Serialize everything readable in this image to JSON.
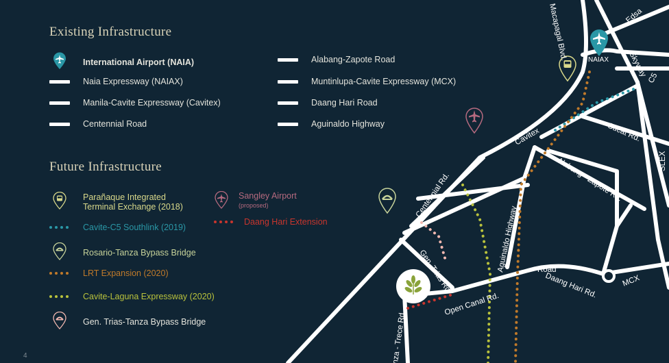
{
  "page_number": "4",
  "existing": {
    "title": "Existing Infrastructure",
    "items": [
      {
        "label": "International Airport (NAIA)",
        "icon": "airport-pin-icon",
        "color": "#2a97a6"
      },
      {
        "label": "Naia Expressway (NAIAX)",
        "icon": "road-line-icon"
      },
      {
        "label": "Manila-Cavite Expressway (Cavitex)",
        "icon": "road-line-icon"
      },
      {
        "label": "Centennial Road",
        "icon": "road-line-icon"
      },
      {
        "label": "Alabang-Zapote Road",
        "icon": "road-line-icon"
      },
      {
        "label": "Muntinlupa-Cavite Expressway (MCX)",
        "icon": "road-line-icon"
      },
      {
        "label": "Daang Hari Road",
        "icon": "road-line-icon"
      },
      {
        "label": "Aguinaldo Highway",
        "icon": "road-line-icon"
      }
    ]
  },
  "future": {
    "title": "Future Infrastructure",
    "items": [
      {
        "label": "Parañaque Integrated",
        "label2": "Terminal Exchange (2018)",
        "icon": "bus-pin-icon",
        "color": "#d8d88a"
      },
      {
        "label": "Cavite-C5 Southlink (2019)",
        "icon": "dotted-line-icon",
        "color": "#2a97a6"
      },
      {
        "label": "Rosario-Tanza Bypass Bridge",
        "icon": "bridge-pin-icon",
        "color": "#c7d39a"
      },
      {
        "label": "LRT Expansion (2020)",
        "icon": "dotted-line-icon",
        "color": "#c07a2a"
      },
      {
        "label": "Cavite-Laguna Expressway (2020)",
        "icon": "dotted-line-icon",
        "color": "#b9c23c"
      },
      {
        "label": "Gen. Trias-Tanza Bypass Bridge",
        "icon": "bridge-pin-icon",
        "color": "#f2b8b0"
      },
      {
        "label": "Sangley Airport",
        "sublabel": "(proposed)",
        "icon": "airport-pin-icon",
        "color": "#b56a7f"
      },
      {
        "label": "Daang Hari Extension",
        "icon": "dotted-line-icon",
        "color": "#c8352d"
      }
    ]
  },
  "map": {
    "labels": {
      "macapagal": "Macapagal Blvd.",
      "edsa": "Edsa",
      "naiax": "NAIAX",
      "skyway": "Skyway",
      "c5": "C5",
      "cavitex": "Cavitex",
      "sucat": "Sucat Rd.",
      "slex": "SLEX",
      "alabang_zapote": "Alabang - Zapote Rd.",
      "centennial": "Centennial Rd.",
      "aguinaldo": "Aguinaldo Highway",
      "gen_trias": "Gen. Trias Rd.",
      "daang_hari": "Daang Hari Rd.",
      "road": "Road",
      "mcx": "MCX",
      "open_canal": "Open Canal Rd.",
      "trece": "Tanza - Trece Rd."
    }
  },
  "colors": {
    "background": "#102534",
    "teal": "#2a97a6",
    "lrt": "#c07a2a",
    "calax": "#b9c23c",
    "daang_hari_ext": "#c8352d",
    "bridge_pink": "#f2b8b0",
    "sangley": "#b56a7f",
    "logo_green": "#8aa33a"
  }
}
